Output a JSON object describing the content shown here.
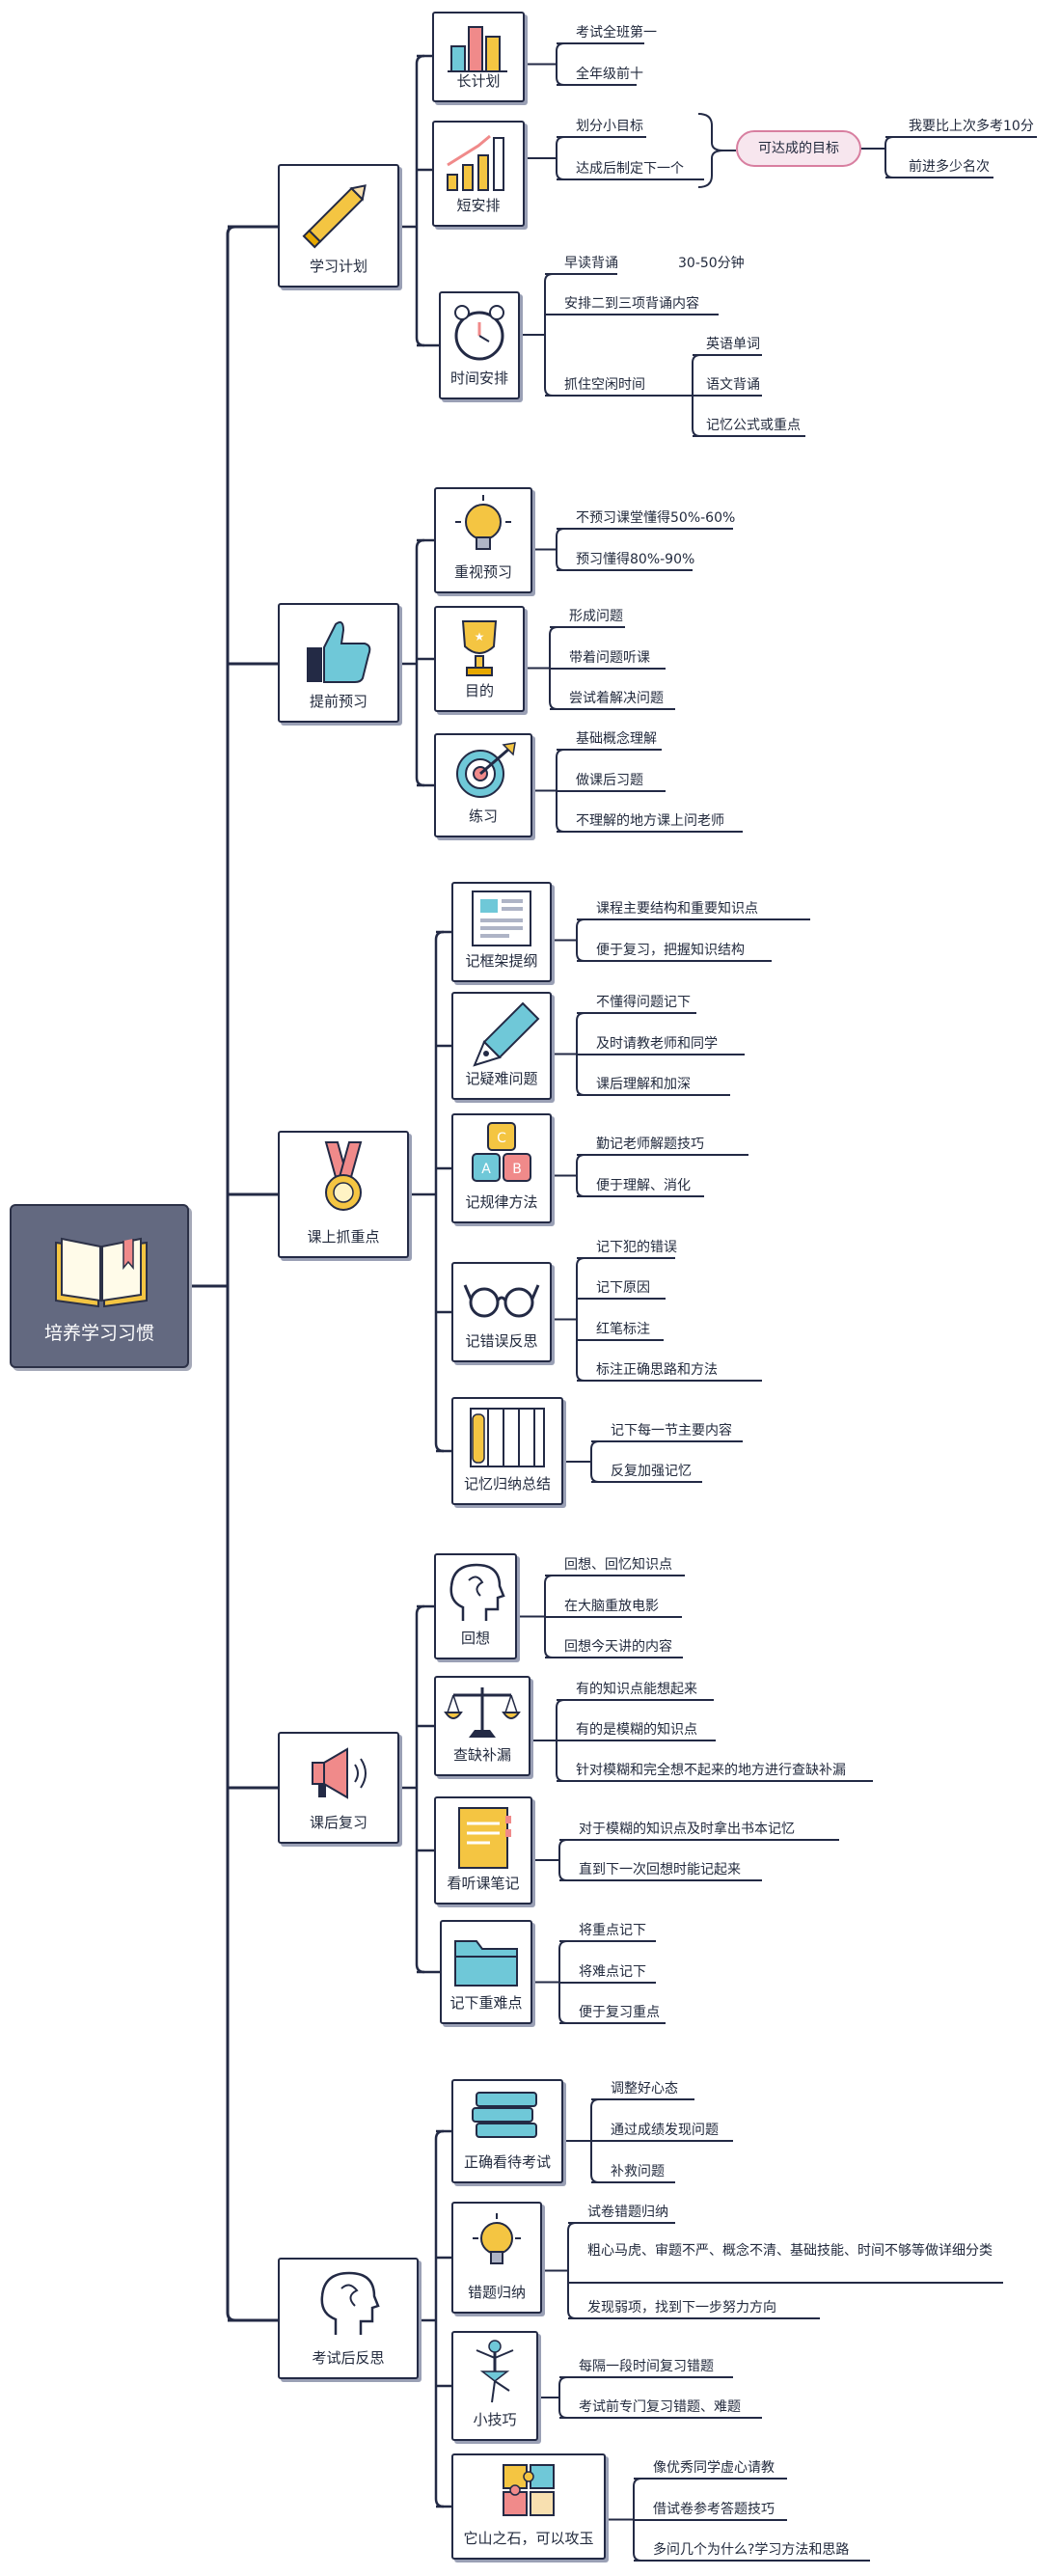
{
  "root": {
    "label": "培养学习习惯",
    "icon": "open-book-icon"
  },
  "branches": [
    {
      "label": "学习计划",
      "icon": "pencil-icon",
      "children": [
        {
          "label": "长计划",
          "icon": "bar-chart-icon",
          "leaves": [
            "考试全班第一",
            "全年级前十"
          ]
        },
        {
          "label": "短安排",
          "icon": "growth-chart-icon",
          "leaves": [
            "划分小目标",
            "达成后制定下一个"
          ],
          "target": {
            "label": "可达成的目标",
            "leaves": [
              "我要比上次多考10分",
              "前进多少名次"
            ]
          }
        },
        {
          "label": "时间安排",
          "icon": "alarm-clock-icon",
          "leaves": [
            "早读背诵",
            "安排二到三项背诵内容",
            "抓住空闲时间"
          ],
          "early_reading_note": "30-50分钟",
          "spare_time_items": [
            "英语单词",
            "语文背诵",
            "记忆公式或重点"
          ]
        }
      ]
    },
    {
      "label": "提前预习",
      "icon": "thumbs-up-icon",
      "children": [
        {
          "label": "重视预习",
          "icon": "light-bulb-icon",
          "leaves": [
            "不预习课堂懂得50%-60%",
            "预习懂得80%-90%"
          ]
        },
        {
          "label": "目的",
          "icon": "trophy-icon",
          "leaves": [
            "形成问题",
            "带着问题听课",
            "尝试着解决问题"
          ]
        },
        {
          "label": "练习",
          "icon": "target-icon",
          "leaves": [
            "基础概念理解",
            "做课后习题",
            "不理解的地方课上问老师"
          ]
        }
      ]
    },
    {
      "label": "课上抓重点",
      "icon": "medal-icon",
      "children": [
        {
          "label": "记框架提纲",
          "icon": "document-outline-icon",
          "leaves": [
            "课程主要结构和重要知识点",
            "便于复习，把握知识结构"
          ]
        },
        {
          "label": "记疑难问题",
          "icon": "pen-nib-icon",
          "leaves": [
            "不懂得问题记下",
            "及时请教老师和同学",
            "课后理解和加深"
          ]
        },
        {
          "label": "记规律方法",
          "icon": "abc-blocks-icon",
          "leaves": [
            "勤记老师解题技巧",
            "便于理解、消化"
          ]
        },
        {
          "label": "记错误反思",
          "icon": "glasses-icon",
          "leaves": [
            "记下犯的错误",
            "记下原因",
            "红笔标注",
            "标注正确思路和方法"
          ]
        },
        {
          "label": "记忆归纳总结",
          "icon": "abacus-icon",
          "leaves": [
            "记下每一节主要内容",
            "反复加强记忆"
          ]
        }
      ]
    },
    {
      "label": "课后复习",
      "icon": "megaphone-icon",
      "children": [
        {
          "label": "回想",
          "icon": "head-thinking-icon",
          "leaves": [
            "回想、回忆知识点",
            "在大脑重放电影",
            "回想今天讲的内容"
          ]
        },
        {
          "label": "查缺补漏",
          "icon": "balance-scale-icon",
          "leaves": [
            "有的知识点能想起来",
            "有的是模糊的知识点",
            "针对模糊和完全想不起来的地方进行查缺补漏"
          ]
        },
        {
          "label": "看听课笔记",
          "icon": "notebook-icon",
          "leaves": [
            "对于模糊的知识点及时拿出书本记忆",
            "直到下一次回想时能记起来"
          ]
        },
        {
          "label": "记下重难点",
          "icon": "folder-icon",
          "leaves": [
            "将重点记下",
            "将难点记下",
            "便于复习重点"
          ]
        }
      ]
    },
    {
      "label": "考试后反思",
      "icon": "head-thinking-icon",
      "children": [
        {
          "label": "正确看待考试",
          "icon": "book-stack-icon",
          "leaves": [
            "调整好心态",
            "通过成绩发现问题",
            "补救问题"
          ]
        },
        {
          "label": "错题归纳",
          "icon": "light-bulb-icon",
          "leaves": [
            "试卷错题归纳",
            "粗心马虎、审题不严、概念不清、基础技能、时间不够等做详细分类",
            "发现弱项，找到下一步努力方向"
          ]
        },
        {
          "label": "小技巧",
          "icon": "ballerina-icon",
          "leaves": [
            "每隔一段时间复习错题",
            "考试前专门复习错题、难题"
          ]
        },
        {
          "label": "它山之石，可以攻玉",
          "icon": "puzzle-icon",
          "leaves": [
            "像优秀同学虚心请教",
            "借试卷参考答题技巧",
            "多问几个为什么?学习方法和思路"
          ]
        }
      ]
    }
  ],
  "colors": {
    "line": "#232a45",
    "root_fill": "#636980",
    "pill_border": "#d87fa0",
    "pill_fill": "#f7e6ee"
  }
}
